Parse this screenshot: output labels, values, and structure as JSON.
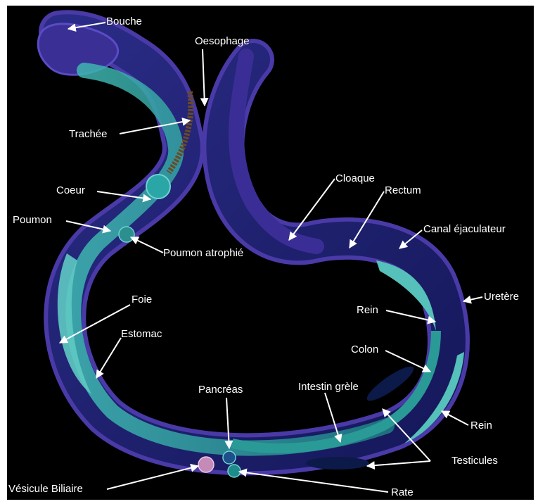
{
  "labels": {
    "bouche": "Bouche",
    "oesophage": "Oesophage",
    "trachee": "Trachée",
    "coeur": "Coeur",
    "poumon": "Poumon",
    "poumon_atrophie": "Poumon atrophié",
    "foie": "Foie",
    "estomac": "Estomac",
    "pancreas": "Pancréas",
    "vesicule_biliaire": "Vésicule Biliaire",
    "intestin_grele": "Intestin grèle",
    "rate": "Rate",
    "testicules": "Testicules",
    "rein_lower": "Rein",
    "colon": "Colon",
    "rein_upper": "Rein",
    "uretere": "Uretère",
    "canal_ejaculateur": "Canal éjaculateur",
    "rectum": "Rectum",
    "cloaque": "Cloaque"
  },
  "colors": {
    "background": "#000000",
    "body_outline": "#3b2a8f",
    "body_fill": "#1e2a78",
    "organ_teal": "#2fa3a0",
    "organ_light": "#6fd3cf",
    "trachea": "#5a3a1a",
    "gallbladder": "#c48ab8",
    "label_text": "#ffffff"
  }
}
